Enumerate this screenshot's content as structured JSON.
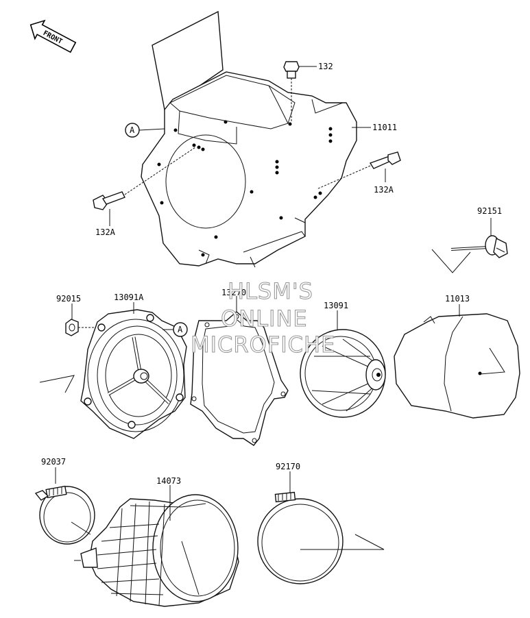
{
  "front_arrow": {
    "text": "FRONT"
  },
  "labels": {
    "p132": "132",
    "p11011": "11011",
    "p132A_left": "132A",
    "p132A_right": "132A",
    "p92151": "92151",
    "p92015": "92015",
    "p13091A": "13091A",
    "p13270": "13270",
    "p13091": "13091",
    "p11013": "11013",
    "p92037": "92037",
    "p14073": "14073",
    "p92170": "92170",
    "ref_a_1": "A",
    "ref_a_2": "A"
  },
  "watermark": {
    "line1": "HLSM'S",
    "line2": "ONLINE",
    "line3": "MICROFICHE"
  }
}
